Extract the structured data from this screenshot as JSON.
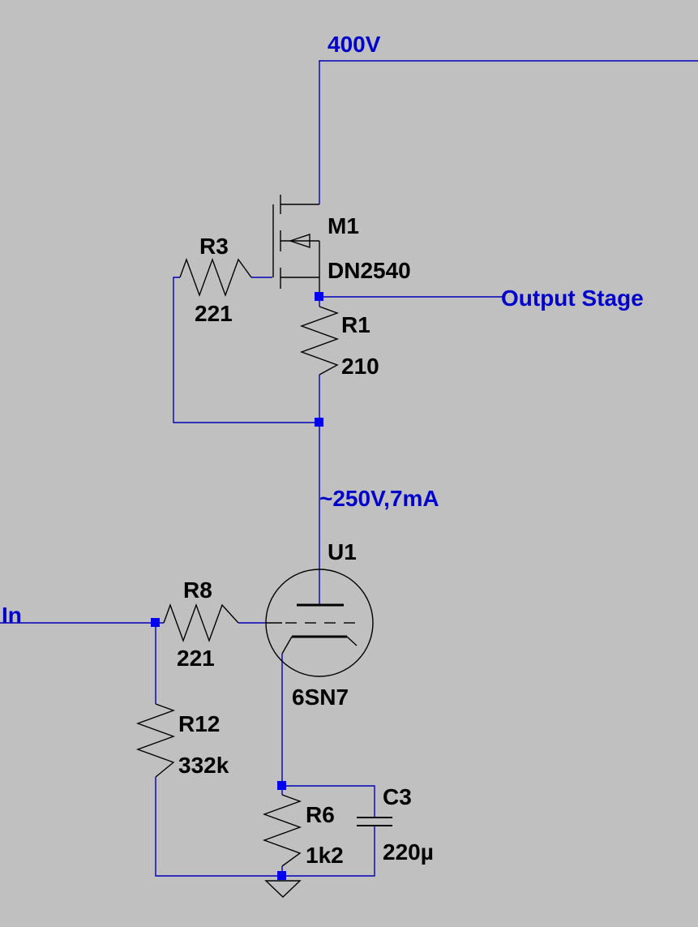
{
  "nets": {
    "supply": "400V",
    "output": "Output Stage",
    "operating_point": "~250V,7mA",
    "input": "In"
  },
  "components": {
    "m1": {
      "ref": "M1",
      "value": "DN2540"
    },
    "r3": {
      "ref": "R3",
      "value": "221"
    },
    "r1": {
      "ref": "R1",
      "value": "210"
    },
    "u1": {
      "ref": "U1",
      "value": "6SN7"
    },
    "r8": {
      "ref": "R8",
      "value": "221"
    },
    "r12": {
      "ref": "R12",
      "value": "332k"
    },
    "r6": {
      "ref": "R6",
      "value": "1k2"
    },
    "c3": {
      "ref": "C3",
      "value": "220µ"
    }
  },
  "colors": {
    "background": "#c0c0c0",
    "wire": "#0000b8",
    "net_label": "#0000cc",
    "component": "#000000",
    "node": "#0000ee"
  }
}
